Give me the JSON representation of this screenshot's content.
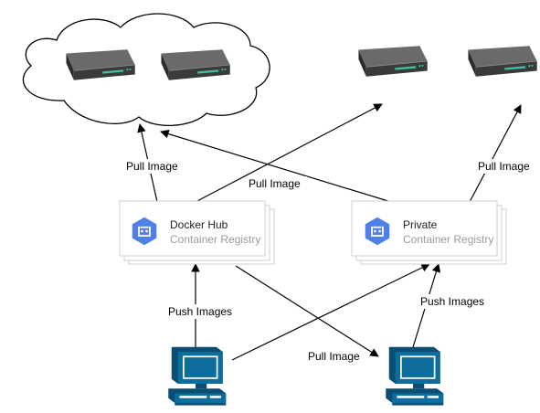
{
  "nodes": {
    "docker_hub": {
      "title": "Docker Hub",
      "subtitle": "Container Registry",
      "icon": "gcp-container-registry-icon"
    },
    "private": {
      "title": "Private",
      "subtitle": "Container Registry",
      "icon": "gcp-container-registry-icon"
    },
    "cloud": {
      "icon": "cloud-icon",
      "contents": [
        "server-box-icon",
        "server-box-icon"
      ]
    },
    "servers_right": [
      "server-box-icon",
      "server-box-icon"
    ],
    "workstations": [
      "desktop-computer-icon",
      "desktop-computer-icon"
    ]
  },
  "edges": {
    "pull_image_1": "Pull Image",
    "pull_image_2": "Pull Image",
    "pull_image_3": "Pull Image",
    "pull_image_4": "Pull Image",
    "push_images_1": "Push Images",
    "push_images_2": "Push Images"
  },
  "colors": {
    "registry_icon": "#4e80e8",
    "computer": "#0d6e9e",
    "computer_dark": "#0a4f73",
    "server_body": "#3a3a3a",
    "server_led": "#3fbf9f",
    "card_border": "#cfcfcf"
  }
}
